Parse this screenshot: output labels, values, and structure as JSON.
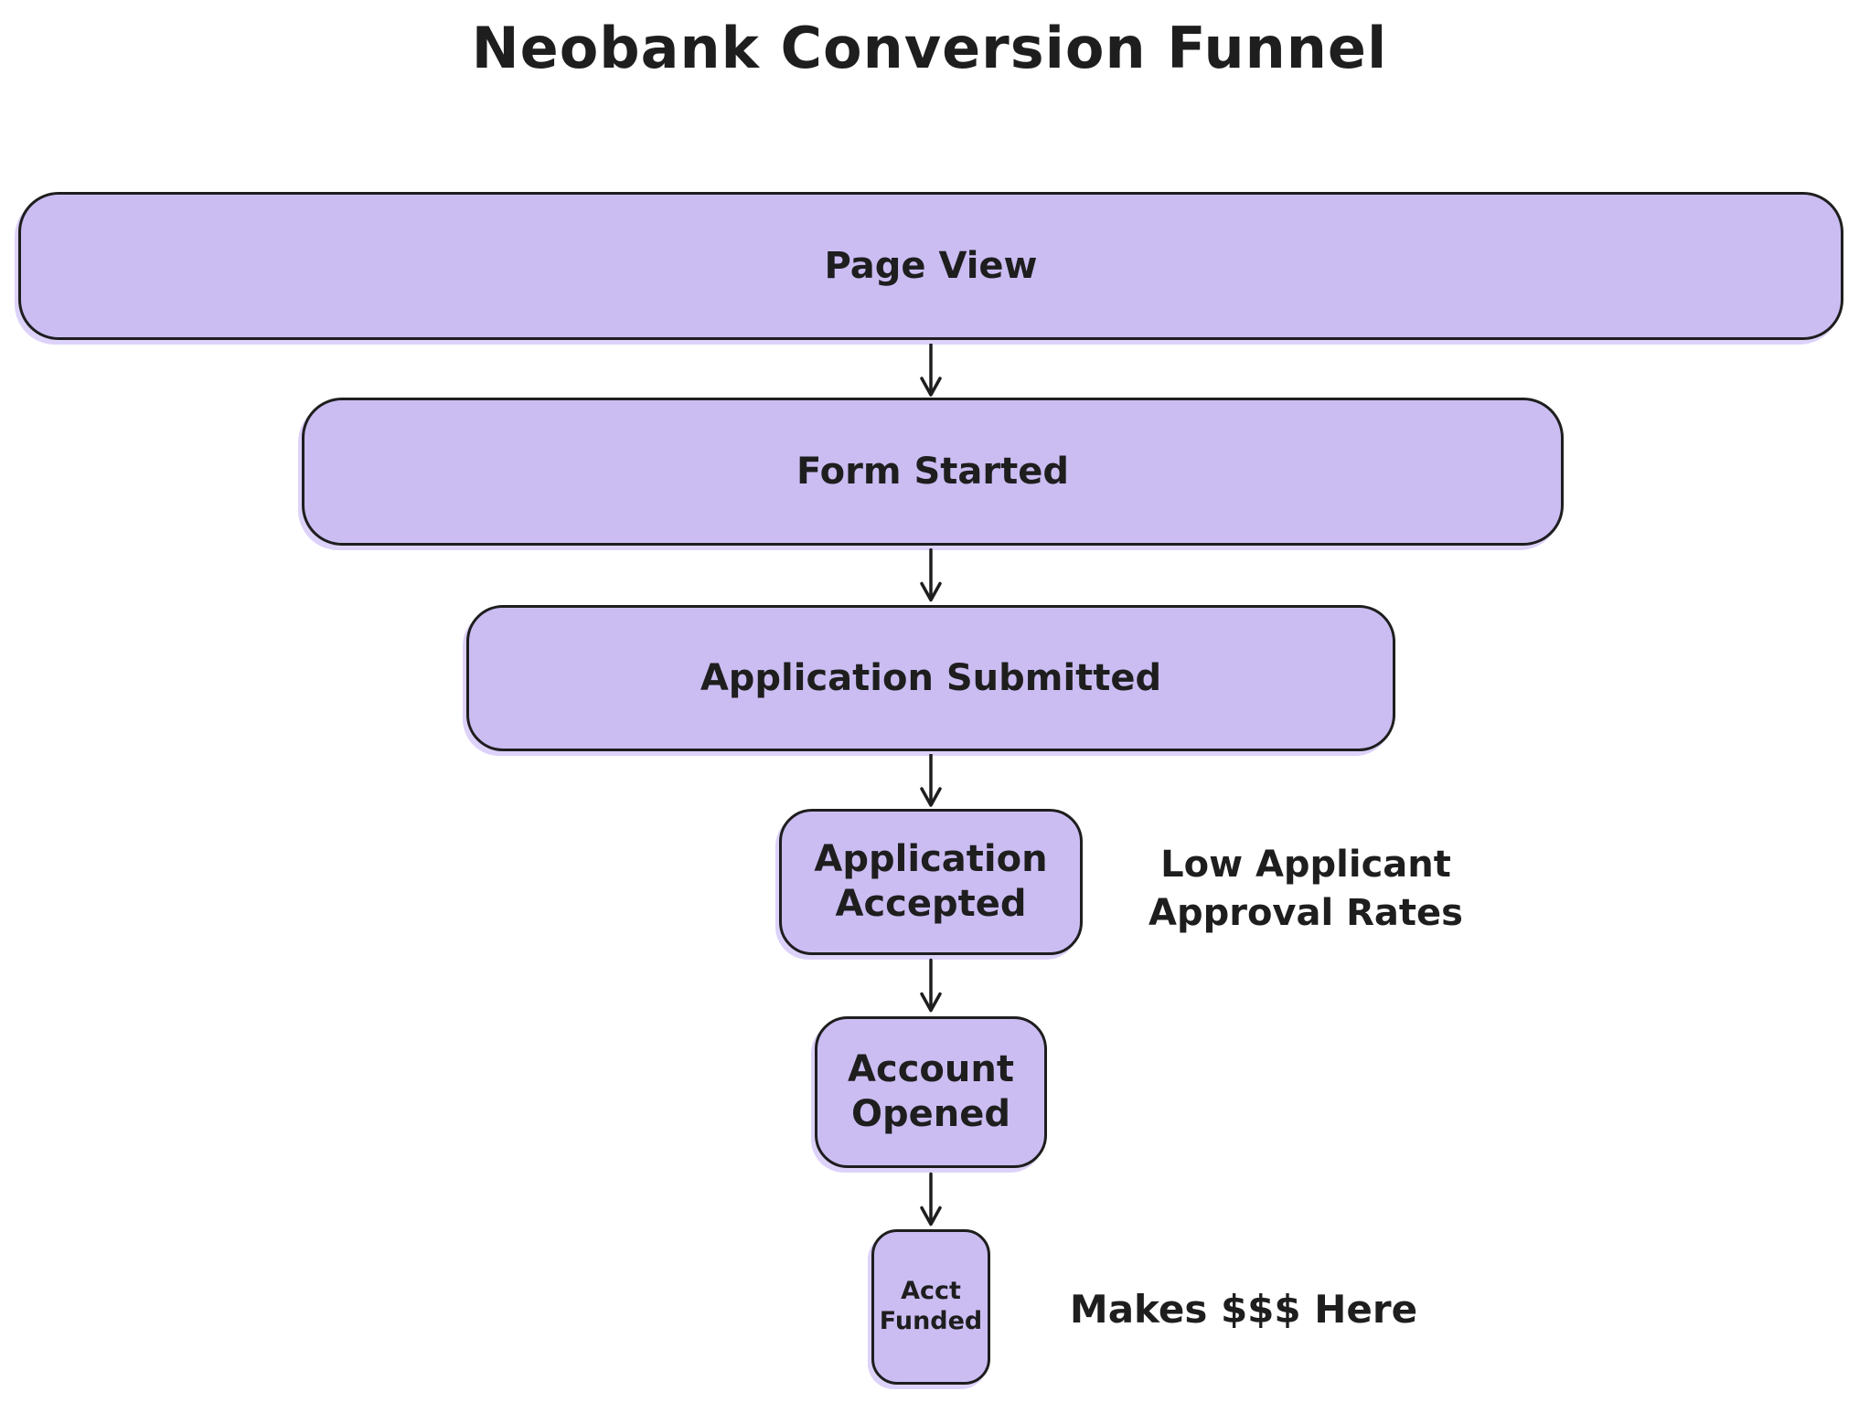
{
  "title": "Neobank Conversion Funnel",
  "funnel": {
    "stages": [
      {
        "id": "page-view",
        "label": "Page View"
      },
      {
        "id": "form-started",
        "label": "Form Started"
      },
      {
        "id": "application-submitted",
        "label": "Application Submitted"
      },
      {
        "id": "application-accepted",
        "label": "Application Accepted"
      },
      {
        "id": "account-opened",
        "label": "Account Opened"
      },
      {
        "id": "acct-funded",
        "label": "Acct Funded"
      }
    ]
  },
  "annotations": {
    "approval": "Low Applicant Approval Rates",
    "revenue": "Makes $$$ Here"
  },
  "colors": {
    "box_fill": "#cbbdf2",
    "box_ghost": "#ddd2f9",
    "stroke": "#1e1e1e",
    "background": "#ffffff"
  }
}
